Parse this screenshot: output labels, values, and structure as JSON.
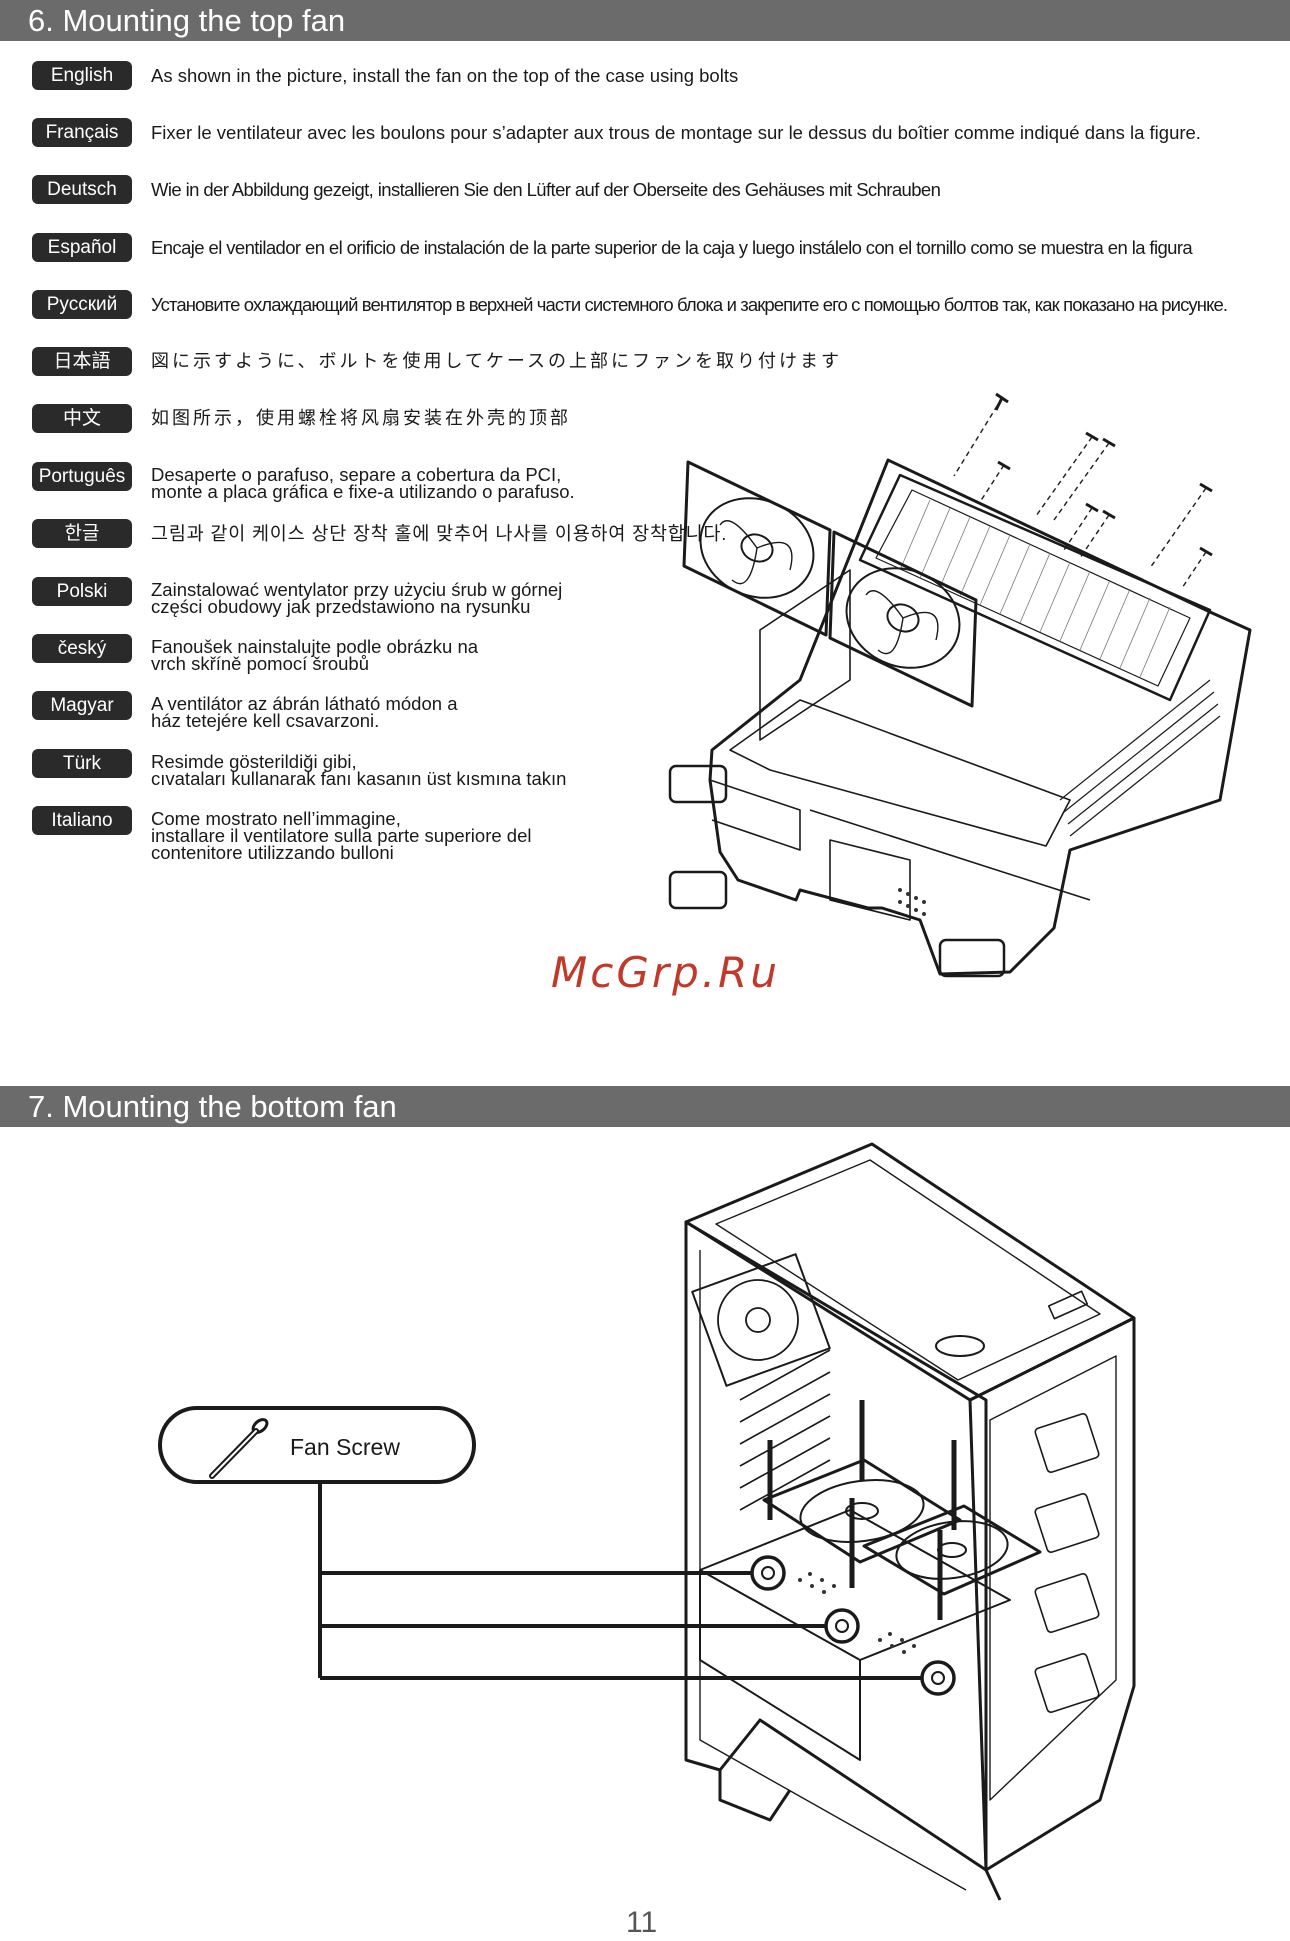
{
  "section6": {
    "title": "6. Mounting the top fan",
    "rows": [
      {
        "lang": "English",
        "text": "As shown in the picture, install the fan on the top of the case using bolts"
      },
      {
        "lang": "Français",
        "text": "Fixer le ventilateur avec les boulons pour s’adapter aux trous de montage sur le dessus du boîtier comme indiqué dans la figure."
      },
      {
        "lang": "Deutsch",
        "text": "Wie in der Abbildung gezeigt, installieren Sie den Lüfter auf der Oberseite des Gehäuses mit Schrauben"
      },
      {
        "lang": "Español",
        "text": "Encaje el ventilador en el orificio de instalación de la parte superior de la caja y luego instálelo con el tornillo como se muestra en la figura"
      },
      {
        "lang": "Русский",
        "text": "Установите охлаждающий вентилятор в верхней части системного блока и закрепите его с помощью болтов так, как показано на рисунке."
      },
      {
        "lang": "日本語",
        "text": "図に示すように、ボルトを使用してケースの上部にファンを取り付けます"
      },
      {
        "lang": "中文",
        "text": "如图所示，使用螺栓将风扇安装在外壳的顶部"
      },
      {
        "lang": "Português",
        "text": "Desaperte o parafuso, separe a cobertura da PCI,\nmonte a placa gráfica e fixe-a utilizando o parafuso."
      },
      {
        "lang": "한글",
        "text": "그림과 같이 케이스 상단 장착 홀에 맞추어 나사를 이용하여 장착합니다."
      },
      {
        "lang": "Polski",
        "text": "Zainstalować wentylator przy użyciu śrub w górnej\nczęści obudowy jak przedstawiono na rysunku"
      },
      {
        "lang": "český",
        "text": "Fanoušek nainstalujte podle obrázku na\nvrch skříně pomocí šroubů"
      },
      {
        "lang": "Magyar",
        "text": "A ventilátor az ábrán látható módon a\nház tetejére kell csavarzoni."
      },
      {
        "lang": "Türk",
        "text": "Resimde gösterildiği gibi,\ncıvataları kullanarak fanı kasanın üst kısmına takın"
      },
      {
        "lang": "Italiano",
        "text": "Come mostrato nell’immagine,\ninstallare il ventilatore sulla parte superiore del\ncontenitore utilizzando bulloni"
      }
    ]
  },
  "watermark": "McGrp.Ru",
  "section7": {
    "title": "7. Mounting the bottom fan",
    "callout_label": "Fan Screw"
  },
  "page_number": "11"
}
